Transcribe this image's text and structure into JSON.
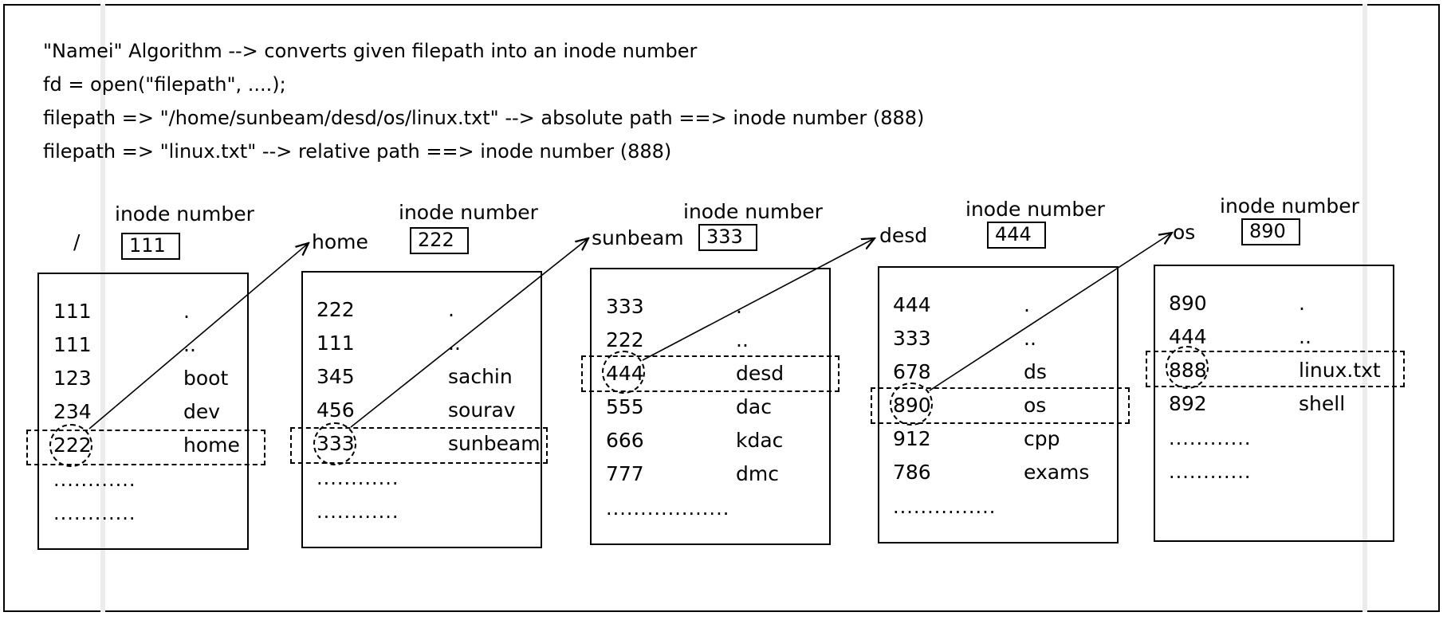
{
  "intro_lines": [
    "\"Namei\" Algorithm --> converts given filepath into an inode number",
    "fd = open(\"filepath\", ....);",
    "filepath => \"/home/sunbeam/desd/os/linux.txt\" --> absolute path ==> inode number (888)",
    "filepath => \"linux.txt\" --> relative path ==> inode number (888)"
  ],
  "inode_caption": "inode number",
  "directories": [
    {
      "name": "/",
      "inode": "111",
      "entries": [
        {
          "inode": "111",
          "name": "."
        },
        {
          "inode": "111",
          "name": ".."
        },
        {
          "inode": "123",
          "name": "boot"
        },
        {
          "inode": "234",
          "name": "dev"
        },
        {
          "inode": "222",
          "name": "home"
        }
      ],
      "more": [
        "............",
        "............"
      ]
    },
    {
      "name": "home",
      "inode": "222",
      "entries": [
        {
          "inode": "222",
          "name": "."
        },
        {
          "inode": "111",
          "name": ".."
        },
        {
          "inode": "345",
          "name": "sachin"
        },
        {
          "inode": "456",
          "name": "sourav"
        },
        {
          "inode": "333",
          "name": "sunbeam"
        }
      ],
      "more": [
        "............",
        "............"
      ]
    },
    {
      "name": "sunbeam",
      "inode": "333",
      "entries": [
        {
          "inode": "333",
          "name": "."
        },
        {
          "inode": "222",
          "name": ".."
        },
        {
          "inode": "444",
          "name": "desd"
        },
        {
          "inode": "555",
          "name": "dac"
        },
        {
          "inode": "666",
          "name": "kdac"
        },
        {
          "inode": "777",
          "name": "dmc"
        }
      ],
      "more": [
        ".................."
      ]
    },
    {
      "name": "desd",
      "inode": "444",
      "entries": [
        {
          "inode": "444",
          "name": "."
        },
        {
          "inode": "333",
          "name": ".."
        },
        {
          "inode": "678",
          "name": "ds"
        },
        {
          "inode": "890",
          "name": "os"
        },
        {
          "inode": "912",
          "name": "cpp"
        },
        {
          "inode": "786",
          "name": "exams"
        }
      ],
      "more": [
        "..............."
      ]
    },
    {
      "name": "os",
      "inode": "890",
      "entries": [
        {
          "inode": "890",
          "name": "."
        },
        {
          "inode": "444",
          "name": ".."
        },
        {
          "inode": "888",
          "name": "linux.txt"
        },
        {
          "inode": "892",
          "name": "shell"
        }
      ],
      "more": [
        "............",
        "............"
      ]
    }
  ]
}
